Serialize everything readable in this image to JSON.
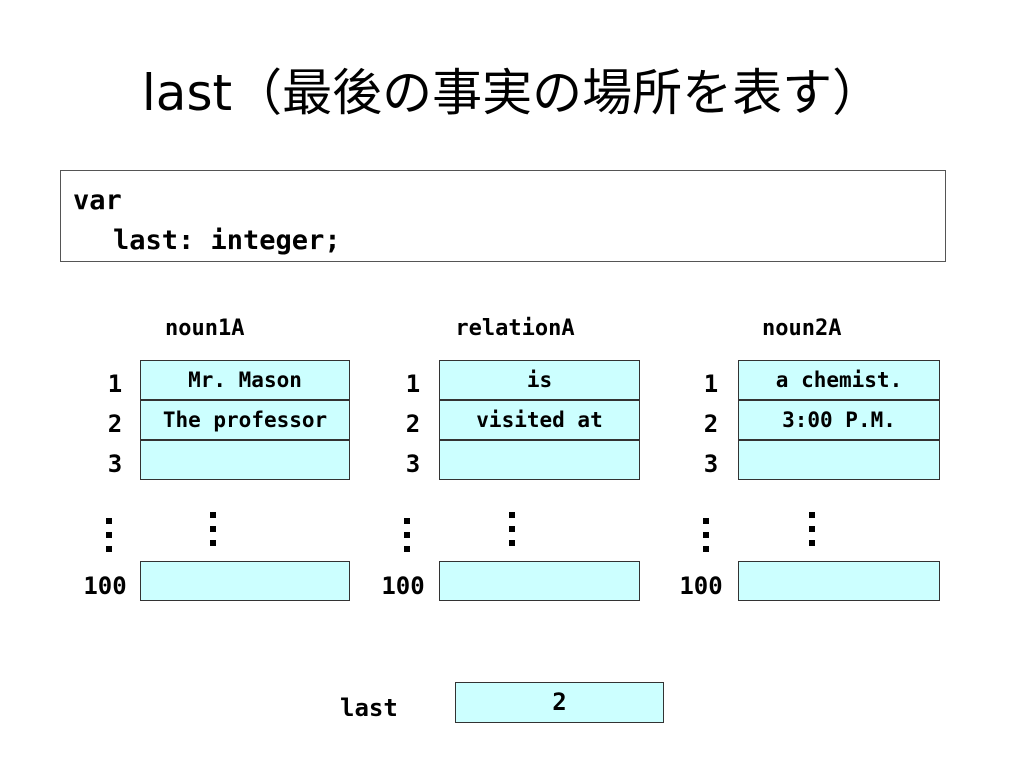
{
  "title": "last（最後の事実の場所を表す）",
  "code": {
    "line1": "var",
    "line2": "last: integer;"
  },
  "arrays": [
    {
      "name": "noun1A",
      "rows": [
        "Mr. Mason",
        "The professor",
        ""
      ],
      "last_index": "100",
      "last_value": ""
    },
    {
      "name": "relationA",
      "rows": [
        "is",
        "visited at",
        ""
      ],
      "last_index": "100",
      "last_value": ""
    },
    {
      "name": "noun2A",
      "rows": [
        "a chemist.",
        "3:00 P.M.",
        ""
      ],
      "last_index": "100",
      "last_value": ""
    }
  ],
  "row_indices": [
    "1",
    "2",
    "3"
  ],
  "last_var": {
    "label": "last",
    "value": "2"
  },
  "colors": {
    "cell_fill": "#ccffff",
    "cell_border": "#333333"
  }
}
